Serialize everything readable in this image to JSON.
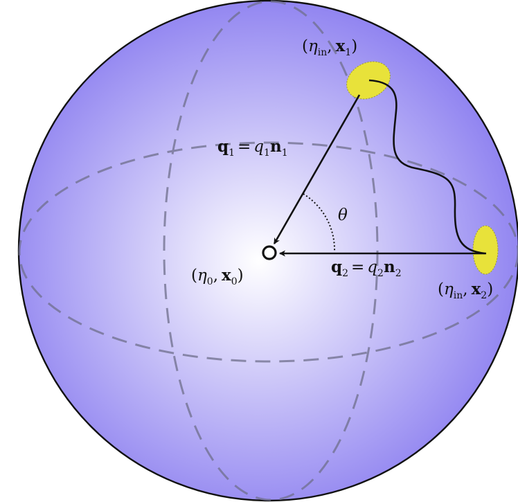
{
  "diagram": {
    "colors": {
      "sphere_center": "#ffffff",
      "sphere_edge": "#8c7ff0",
      "outline": "#111111",
      "dashed_grid": "#6f6f8c",
      "patch_fill": "#e8e23a",
      "patch_border": "#9a9a30"
    },
    "labels": {
      "top_point": {
        "paren_open": "(",
        "eta": "η",
        "eta_sub": "in",
        "comma": ",",
        "x": "x",
        "x_sub": "1",
        "paren_close": ")"
      },
      "right_point": {
        "paren_open": "(",
        "eta": "η",
        "eta_sub": "in",
        "comma": ",",
        "x": "x",
        "x_sub": "2",
        "paren_close": ")"
      },
      "center_point": {
        "paren_open": "(",
        "eta": "η",
        "eta_sub": "0",
        "comma": ",",
        "x": "x",
        "x_sub": "0",
        "paren_close": ")"
      },
      "vector_q1": {
        "q": "q",
        "q_sub": "1",
        "eq": "=",
        "q_scalar": "q",
        "q_scalar_sub": "1",
        "n": "n",
        "n_sub": "1"
      },
      "vector_q2": {
        "q": "q",
        "q_sub": "2",
        "eq": "=",
        "q_scalar": "q",
        "q_scalar_sub": "2",
        "n": "n",
        "n_sub": "2"
      },
      "angle": "θ"
    }
  }
}
